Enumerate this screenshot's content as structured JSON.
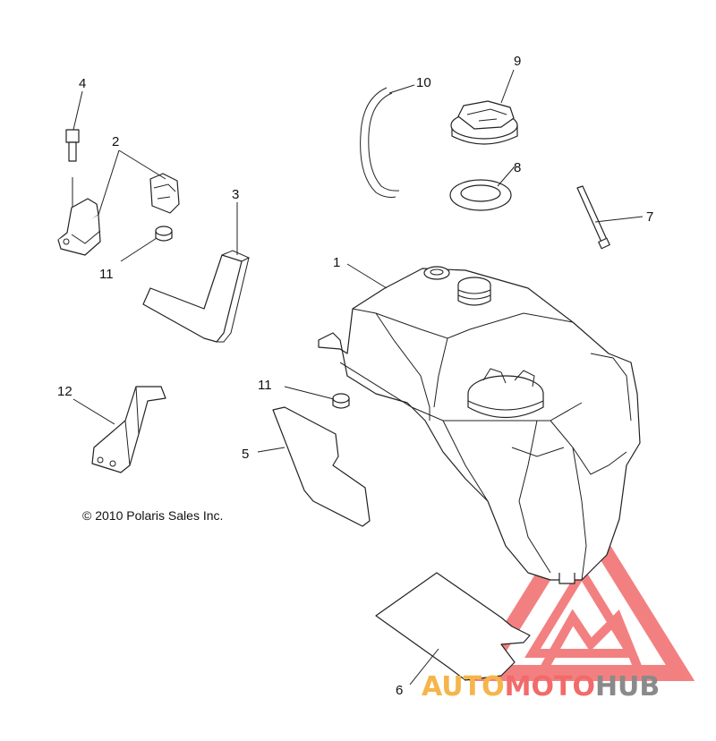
{
  "callouts": [
    {
      "id": "1",
      "label": "1"
    },
    {
      "id": "2",
      "label": "2"
    },
    {
      "id": "3",
      "label": "3"
    },
    {
      "id": "4",
      "label": "4"
    },
    {
      "id": "5",
      "label": "5"
    },
    {
      "id": "6",
      "label": "6"
    },
    {
      "id": "7",
      "label": "7"
    },
    {
      "id": "8",
      "label": "8"
    },
    {
      "id": "9",
      "label": "9"
    },
    {
      "id": "10",
      "label": "10"
    },
    {
      "id": "11a",
      "label": "11"
    },
    {
      "id": "11b",
      "label": "11"
    },
    {
      "id": "12",
      "label": "12"
    }
  ],
  "copyright": "© 2010 Polaris Sales Inc.",
  "watermark": {
    "part1": "AUTO",
    "part2": "MOTO",
    "part3": "HUB",
    "colors": {
      "part1": "#f5b54a",
      "part2": "#f26a6a",
      "part3": "#8a8a8a",
      "logo": "#f26a6a"
    }
  }
}
